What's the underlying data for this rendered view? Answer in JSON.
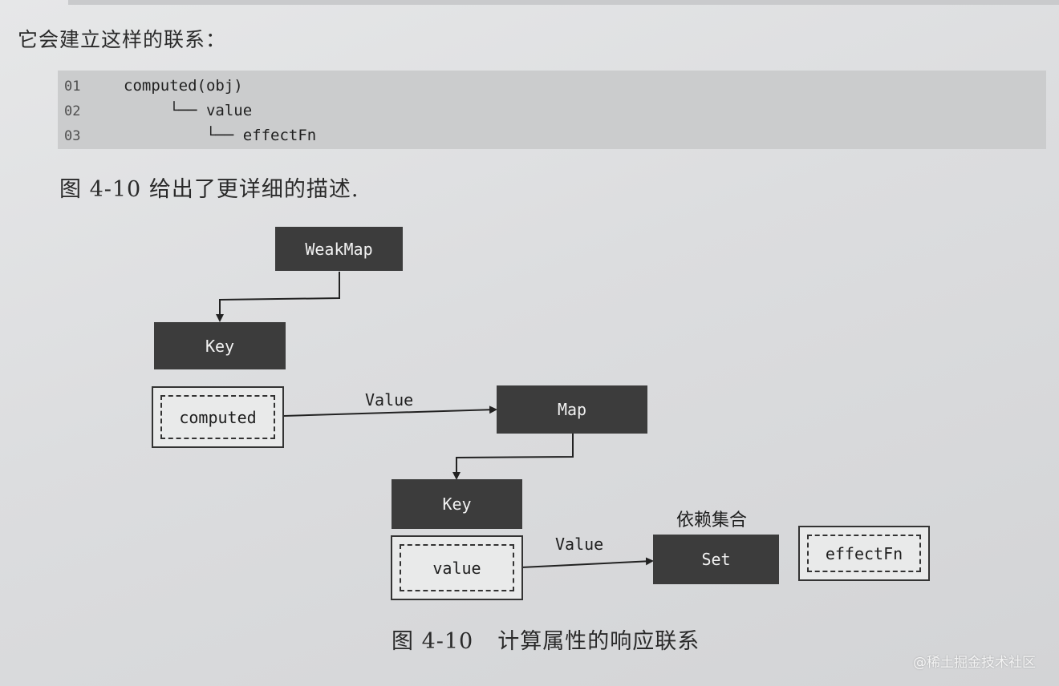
{
  "intro_text": "它会建立这样的联系：",
  "code": {
    "lines": [
      {
        "num": "01",
        "text": "computed(obj)"
      },
      {
        "num": "02",
        "text": "     └── value"
      },
      {
        "num": "03",
        "text": "         └── effectFn"
      }
    ]
  },
  "paragraph": "图 4-10 给出了更详细的描述.",
  "diagram": {
    "weakmap": "WeakMap",
    "key1": "Key",
    "computed": "computed",
    "value_label_1": "Value",
    "map": "Map",
    "key2": "Key",
    "value": "value",
    "value_label_2": "Value",
    "set_group_label": "依赖集合",
    "set": "Set",
    "effectfn": "effectFn"
  },
  "caption": {
    "number": "图 4-10",
    "title": "计算属性的响应联系"
  },
  "watermark": "@稀土掘金技术社区"
}
